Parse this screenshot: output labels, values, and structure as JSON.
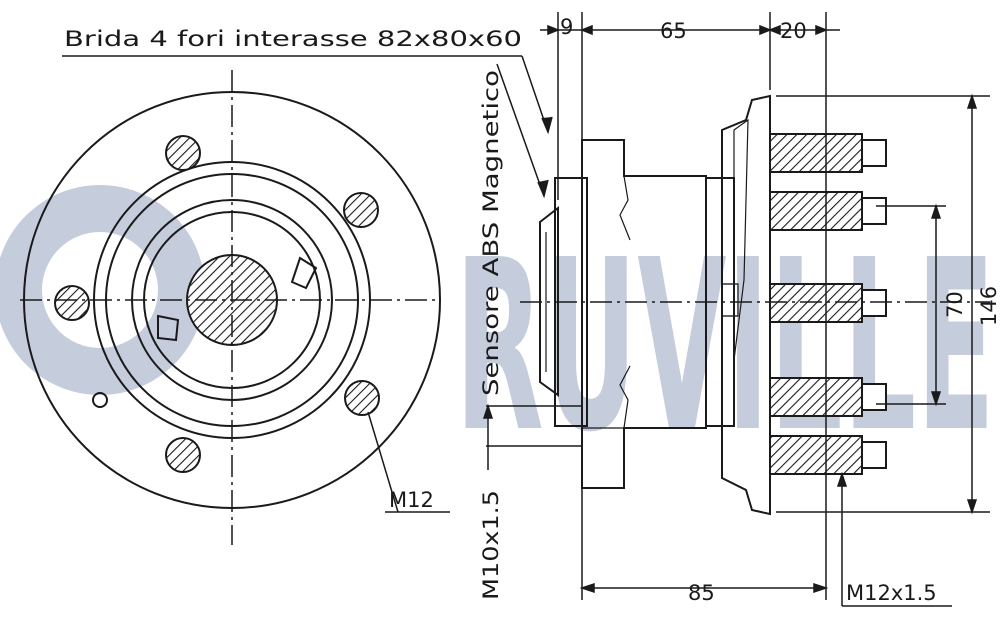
{
  "labels": {
    "flange_note": "Brida 4 fori interasse 82x80x60",
    "abs_sensor": "Sensore ABS Magnetico",
    "thread_front": "M12",
    "thread_side": "M10x1.5",
    "thread_studs": "M12x1.5"
  },
  "dimensions": {
    "d9": "9",
    "d65": "65",
    "d20": "20",
    "d70": "70",
    "d146": "146",
    "d85": "85"
  },
  "watermark": {
    "text": "RUVILLE",
    "color": "#c5ccdc"
  },
  "colors": {
    "line": "#1a1a1a",
    "background": "#ffffff"
  }
}
